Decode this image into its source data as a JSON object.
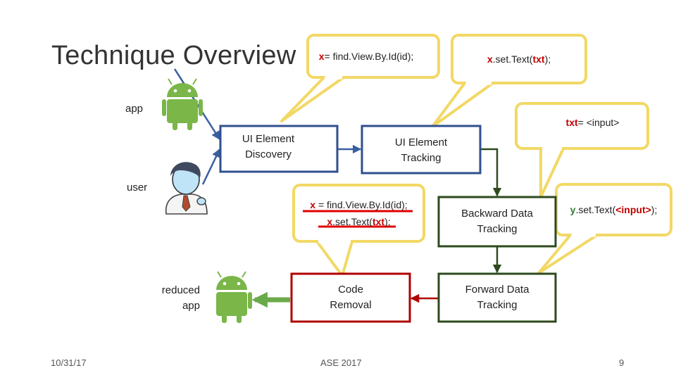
{
  "slide": {
    "title": "Technique Overview",
    "footer_date": "10/31/17",
    "footer_center": "ASE 2017",
    "page_number": "9"
  },
  "actors": {
    "app_label": "app",
    "user_label": "user",
    "reduced_app_label_line1": "reduced",
    "reduced_app_label_line2": "app"
  },
  "boxes": {
    "discovery_line1": "UI Element",
    "discovery_line2": "Discovery",
    "tracking_line1": "UI Element",
    "tracking_line2": "Tracking",
    "backward_line1": "Backward Data",
    "backward_line2": "Tracking",
    "forward_line1": "Forward Data",
    "forward_line2": "Tracking",
    "removal_line1": "Code",
    "removal_line2": "Removal"
  },
  "bubbles": {
    "find_var": "x",
    "find_rest": " = find.View.By.Id(id);",
    "settext_var": "x",
    "settext_mid": ".set.Text(",
    "settext_arg": "txt",
    "settext_end": ");",
    "input_var": "txt",
    "input_rest": " = <input>",
    "removed_line1_var": "x",
    "removed_line1_rest": " = find.View.By.Id(id);",
    "removed_line2_var": "x",
    "removed_line2_mid": ".set.Text(",
    "removed_line2_arg": "txt",
    "removed_line2_end": ");",
    "y_var": "y",
    "y_mid": ".set.Text(",
    "y_arg": "<input>",
    "y_end": ");"
  },
  "colors": {
    "blue_box": "#2f4f8f",
    "green_box": "#2e4a1e",
    "red_box": "#b00000",
    "bubble_border": "#f2d865",
    "android_green": "#7ab648",
    "arrow_blue": "#3a5fa0",
    "arrow_green": "#6aaa4a",
    "strike_red": "#e00000"
  }
}
